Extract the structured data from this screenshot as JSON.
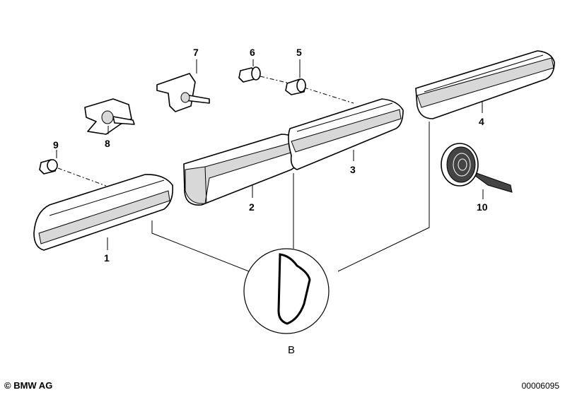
{
  "labels": {
    "p1": "1",
    "p2": "2",
    "p3": "3",
    "p4": "4",
    "p5": "5",
    "p6": "6",
    "p7": "7",
    "p8": "8",
    "p9": "9",
    "p10": "10",
    "detail": "B"
  },
  "footer": {
    "copyright": "© BMW AG",
    "diagram_id": "00006095"
  }
}
